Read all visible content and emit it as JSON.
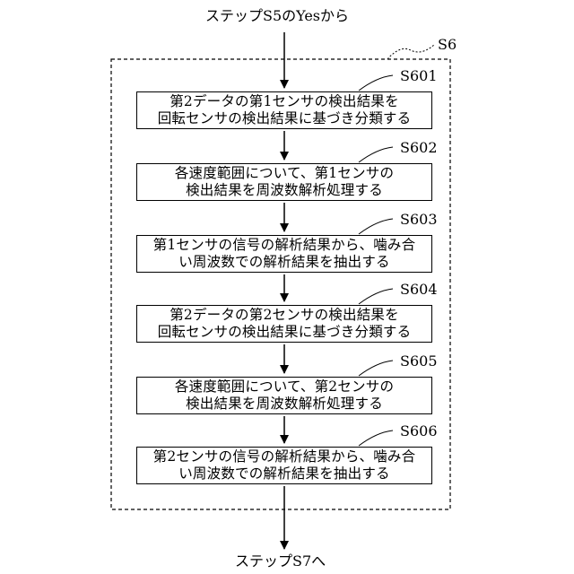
{
  "start_label": "ステップS5のYesから",
  "end_label": "ステップS7へ",
  "group_label": "S6",
  "steps": [
    {
      "id": "S601",
      "line1": "第2データの第1センサの検出結果を",
      "line2": "回転センサの検出結果に基づき分類する"
    },
    {
      "id": "S602",
      "line1": "各速度範囲について、第1センサの",
      "line2": "検出結果を周波数解析処理する"
    },
    {
      "id": "S603",
      "line1": "第1センサの信号の解析結果から、噛み合",
      "line2": "い周波数での解析結果を抽出する"
    },
    {
      "id": "S604",
      "line1": "第2データの第2センサの検出結果を",
      "line2": "回転センサの検出結果に基づき分類する"
    },
    {
      "id": "S605",
      "line1": "各速度範囲について、第2センサの",
      "line2": "検出結果を周波数解析処理する"
    },
    {
      "id": "S606",
      "line1": "第2センサの信号の解析結果から、噛み合",
      "line2": "い周波数での解析結果を抽出する"
    }
  ]
}
